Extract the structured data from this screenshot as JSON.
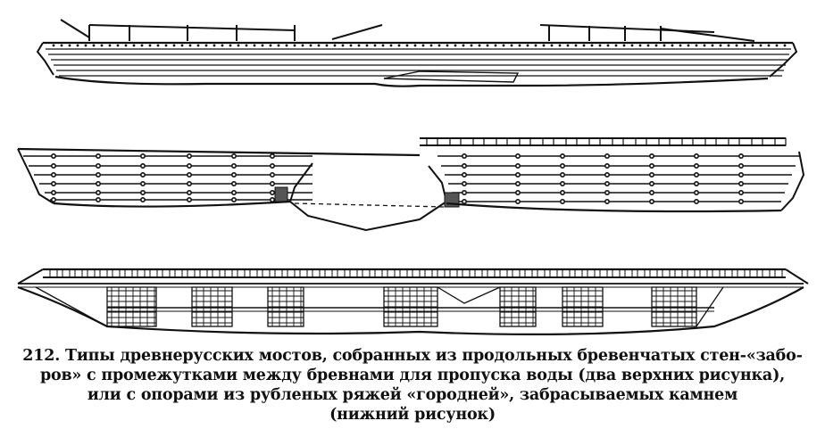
{
  "figure": {
    "caption_lines": [
      "212. Типы древнерусских мостов, собранных из продольных бревенчатых стен-«забо-",
      "ров» с промежутками между бревнами для пропуска  воды (два верхних рисунка),",
      "или с опорами из рубленых ряжей «городней», забрасываемых камнем",
      "(нижний  рисунок)"
    ],
    "colors": {
      "ink": "#111111",
      "paper": "#ffffff"
    }
  }
}
